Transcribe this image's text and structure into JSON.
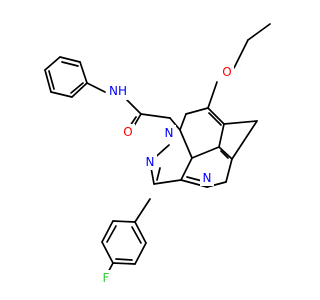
{
  "molecule": {
    "colors": {
      "bond": "#000000",
      "nitrogen": "#0000ff",
      "oxygen": "#ff0000",
      "fluorine": "#33cc33",
      "carbon": "#000000",
      "background": "#ffffff"
    },
    "atom_labels": {
      "amide_nh": "NH",
      "amide_h": "H",
      "amide_n": "N",
      "carbonyl_o": "O",
      "ether_o": "O",
      "pyrazole_n1": "N",
      "pyrazole_n2": "N",
      "quinoline_n": "N",
      "fluorine": "F"
    }
  }
}
